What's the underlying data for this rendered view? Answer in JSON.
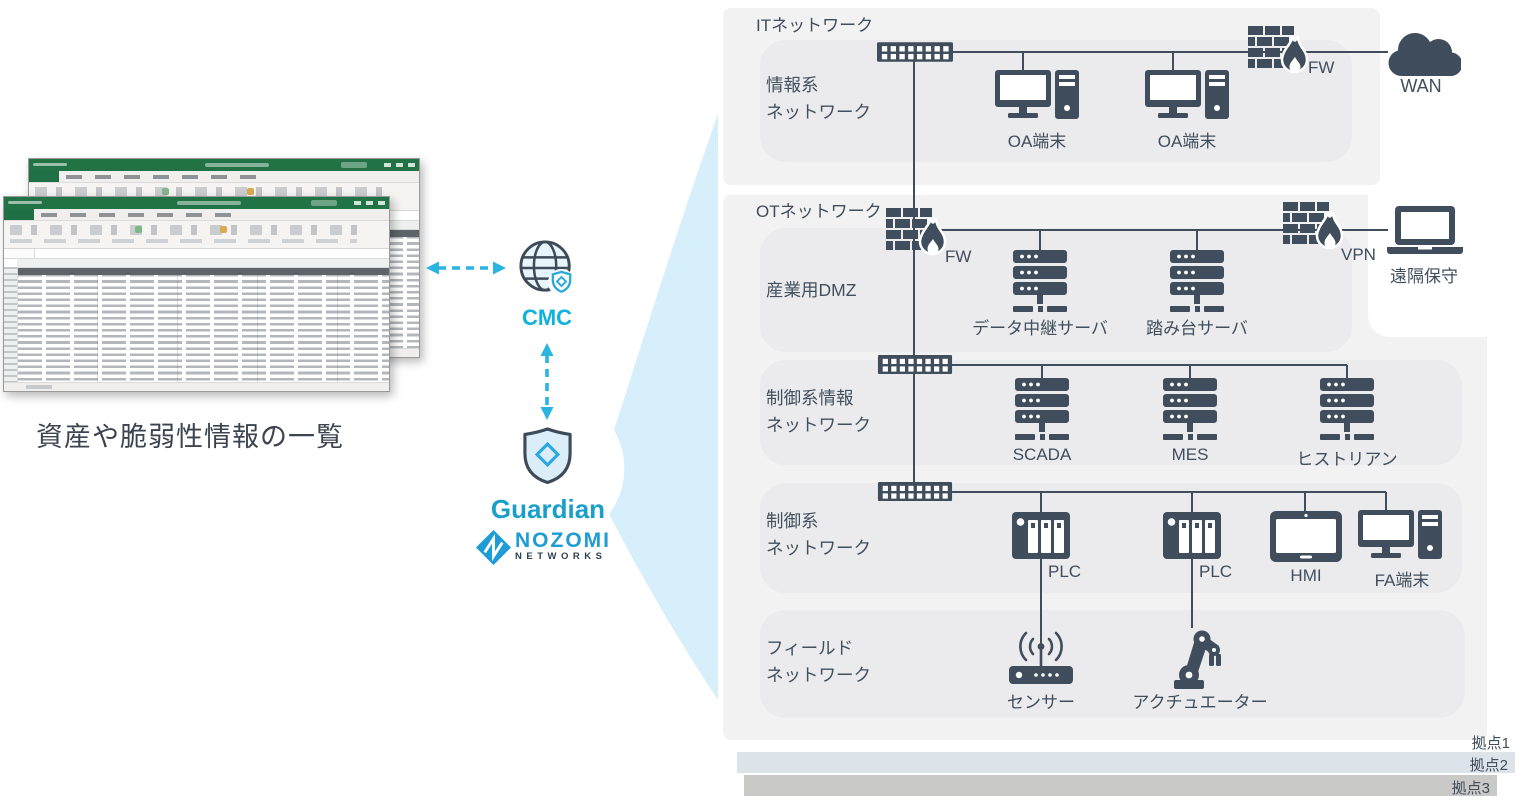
{
  "caption": "資産や脆弱性情報の一覧",
  "products": {
    "cmc": "CMC",
    "guardian": "Guardian",
    "brand_name": "NOZOMI",
    "brand_sub": "NETWORKS"
  },
  "sections": {
    "it": "ITネットワーク",
    "ot": "OTネットワーク"
  },
  "rows": {
    "info": [
      "情報系",
      "ネットワーク"
    ],
    "dmz": [
      "産業用DMZ"
    ],
    "ctrl_info": [
      "制御系情報",
      "ネットワーク"
    ],
    "ctrl": [
      "制御系",
      "ネットワーク"
    ],
    "field": [
      "フィールド",
      "ネットワーク"
    ]
  },
  "nodes": {
    "oa1": "OA端末",
    "oa2": "OA端末",
    "fw_it": "FW",
    "wan": "WAN",
    "fw_ot": "FW",
    "relay": "データ中継サーバ",
    "bastion": "踏み台サーバ",
    "vpn": "VPN",
    "remote": "遠隔保守",
    "scada": "SCADA",
    "mes": "MES",
    "historian": "ヒストリアン",
    "plc1": "PLC",
    "plc2": "PLC",
    "hmi": "HMI",
    "fa": "FA端末",
    "sensor": "センサー",
    "actuator": "アクチュエーター"
  },
  "sites": [
    "拠点1",
    "拠点2",
    "拠点3"
  ],
  "colors": {
    "icon": "#3f4d5c",
    "accent_cyan": "#29b4e2",
    "guardian_teal": "#1a9fc9",
    "beam": "#d6effb",
    "excel_green": "#217346",
    "section_bg": "#f2f2f3",
    "row_bg": "#ebebed",
    "site2_bg": "#dce4ea",
    "site3_bg": "#c9c9c7"
  }
}
